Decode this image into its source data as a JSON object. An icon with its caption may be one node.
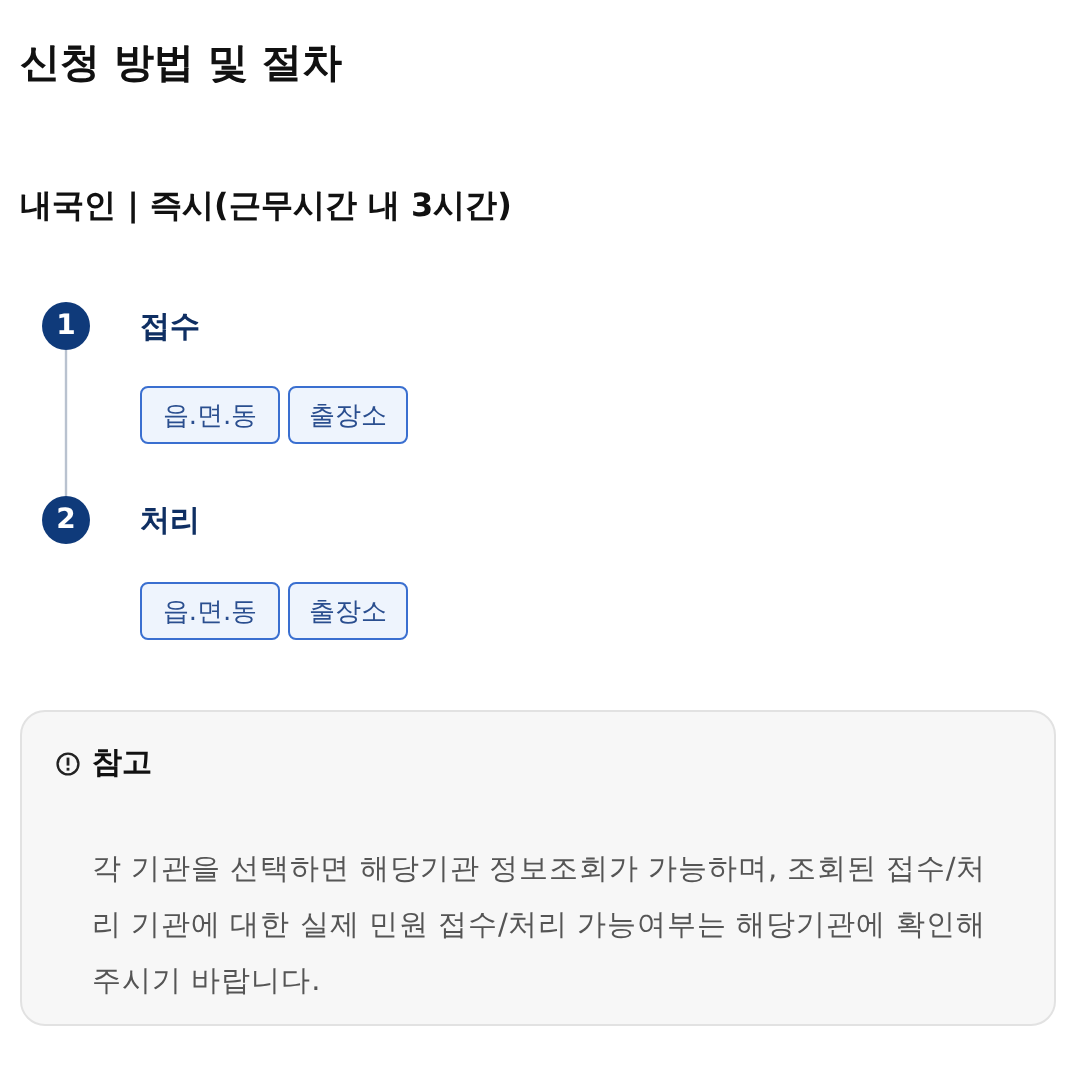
{
  "diagram": {
    "title": "신청 방법 및 절차",
    "nodes": [
      {
        "text": [
          "1"
        ],
        "beside": [
          "접수"
        ]
      },
      {
        "text": [
          "읍.면.동"
        ]
      },
      {
        "text": [
          "출장소"
        ]
      },
      {
        "text": [
          "2"
        ],
        "beside": [
          "처리"
        ]
      },
      {
        "text": [
          "읍.면.동"
        ]
      },
      {
        "text": [
          "출장소"
        ]
      },
      {
        "text": [
          "참고",
          "각 기관을 선택하면 해당기관 정보조회가 가능하며, 조회된 접수/처리 기관에 대한 실제 민원 접수/처리 가능여부는 해당기관에 확인해 주시기 바랍니다."
        ]
      }
    ],
    "edges": [
      {
        "from": 0,
        "to": 3,
        "arrow": "none"
      }
    ],
    "labels": [
      "내국인 | 즉시(근무시간 내 3시간)"
    ]
  }
}
